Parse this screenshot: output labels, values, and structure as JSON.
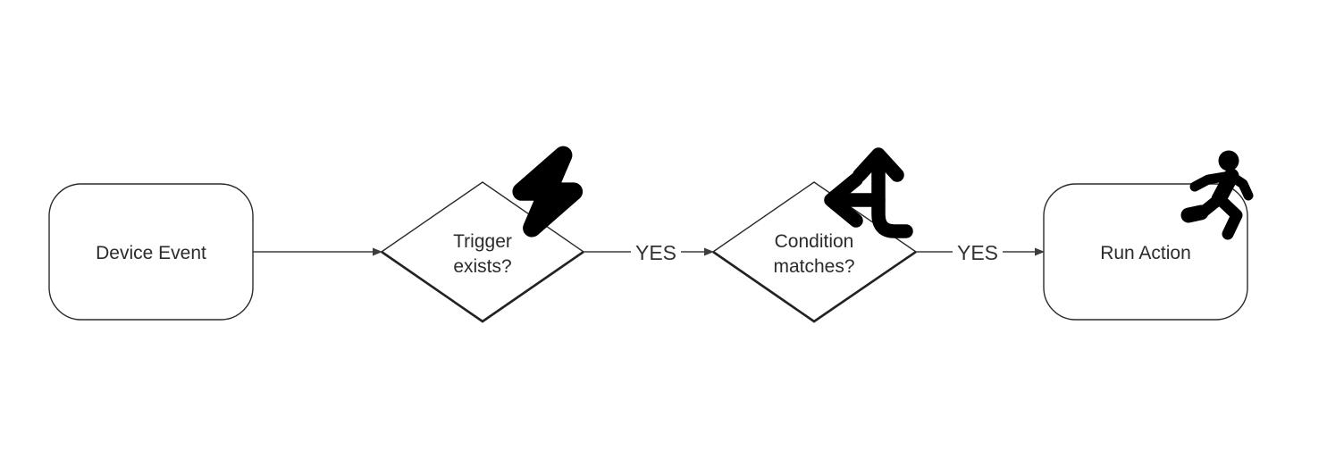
{
  "diagram": {
    "type": "flowchart",
    "background_color": "#ffffff",
    "node_fill_color": "#ffffff",
    "node_stroke_color": "#2b2b2b",
    "connector_color": "#3d3d3d",
    "text_color": "#2b2b2b",
    "edge_label_color": "#333333",
    "icon_color": "#000000",
    "nodes": [
      {
        "id": "device-event",
        "shape": "rounded-rectangle",
        "label": "Device Event"
      },
      {
        "id": "trigger-exists",
        "shape": "diamond",
        "label": "Trigger exists?",
        "label_line1": "Trigger",
        "label_line2": "exists?",
        "icon": "lightning-bolt-icon"
      },
      {
        "id": "condition-matches",
        "shape": "diamond",
        "label": "Condition matches?",
        "label_line1": "Condition",
        "label_line2": "matches?",
        "icon": "split-arrows-icon"
      },
      {
        "id": "run-action",
        "shape": "rounded-rectangle",
        "label": "Run Action",
        "icon": "person-running-icon"
      }
    ],
    "edges": [
      {
        "from": "device-event",
        "to": "trigger-exists"
      },
      {
        "from": "trigger-exists",
        "to": "condition-matches",
        "label": "YES"
      },
      {
        "from": "condition-matches",
        "to": "run-action",
        "label": "YES"
      }
    ]
  }
}
